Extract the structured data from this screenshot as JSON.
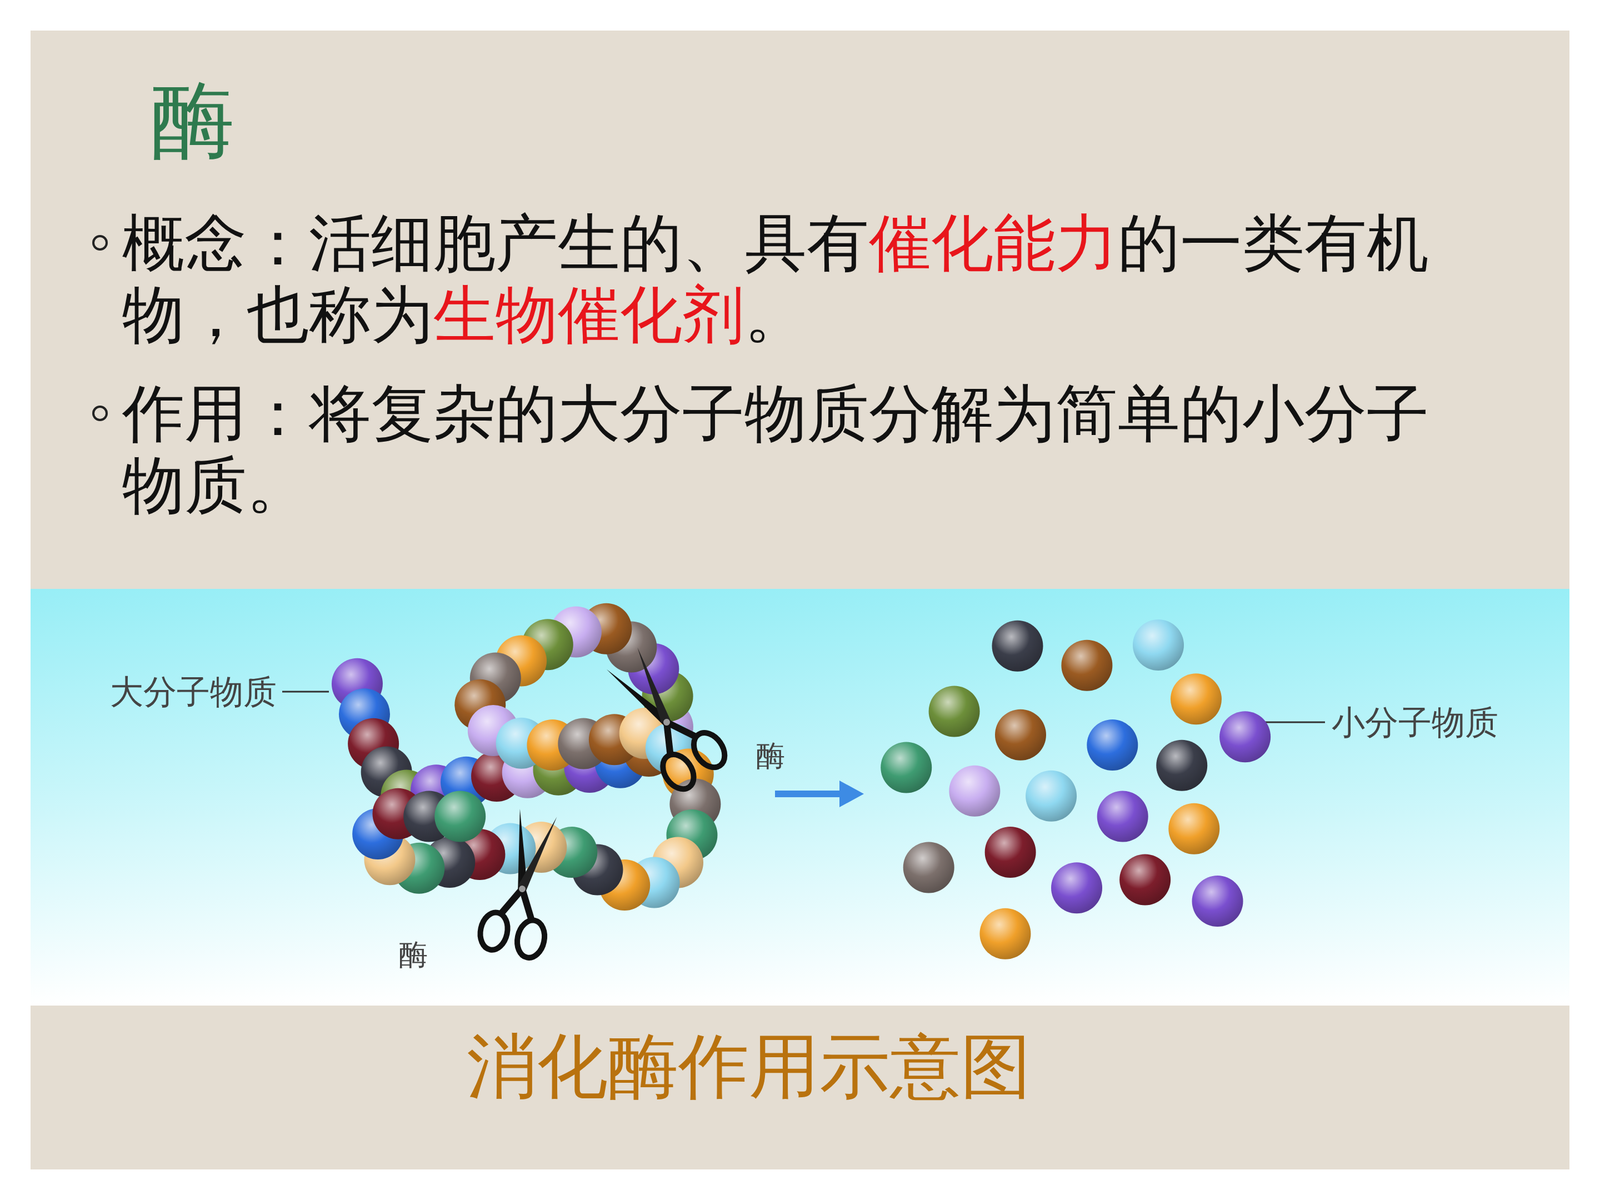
{
  "diagram": {
    "title": "酶",
    "caption": "消化酶作用示意图",
    "nodes": [
      {
        "text": [
          "大分子物质"
        ]
      },
      {
        "text": [
          "小分子物质"
        ]
      }
    ],
    "edges": [
      {
        "from": 0,
        "to": 1,
        "arrow": "to"
      }
    ],
    "labels": [
      "概念：活细胞产生的、具有",
      "催化能力",
      "的一类有机物，也称为",
      "生物催化剂",
      "。",
      "作用：将复杂的大分子物质分解为简单的小分子物质。",
      "酶",
      "酶"
    ]
  }
}
